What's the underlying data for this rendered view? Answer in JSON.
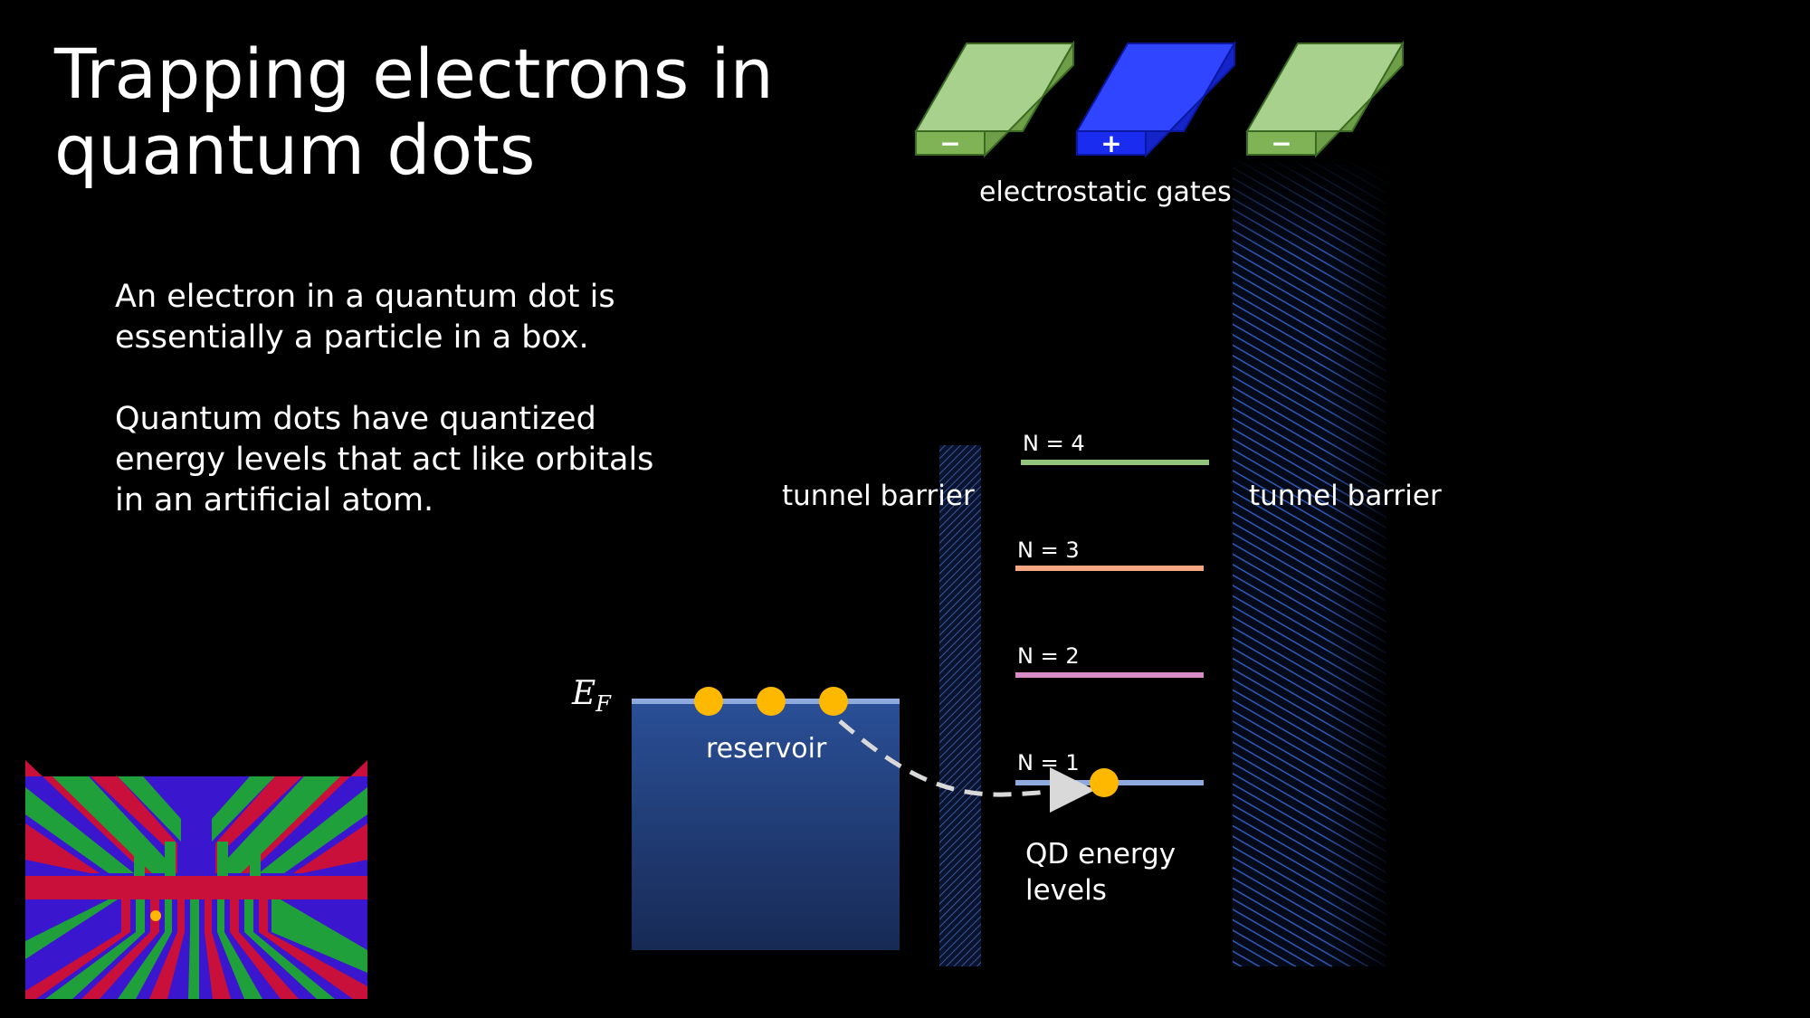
{
  "title_line1": "Trapping electrons in",
  "title_line2": "quantum dots",
  "paragraph1": {
    "line1": "An electron in a quantum dot is",
    "line2": "essentially a particle in a box."
  },
  "paragraph2": {
    "line1": "Quantum dots have quantized",
    "line2": "energy levels that act like orbitals",
    "line3": "in an artificial atom."
  },
  "gates": {
    "label": "electrostatic gates",
    "signs": [
      "−",
      "+",
      "−"
    ],
    "colors": [
      "#8cbd5f",
      "#1a2cf0",
      "#8cbd5f"
    ]
  },
  "tunnel_barrier_left": "tunnel barrier",
  "tunnel_barrier_right": "tunnel barrier",
  "fermi": {
    "symbol": "E",
    "subscript": "F"
  },
  "reservoir_label": "reservoir",
  "levels": [
    {
      "label": "N = 4",
      "color": "#93c47d"
    },
    {
      "label": "N = 3",
      "color": "#f4a680"
    },
    {
      "label": "N = 2",
      "color": "#d98cc8"
    },
    {
      "label": "N = 1",
      "color": "#8ea9db"
    }
  ],
  "qd_levels_label": {
    "line1": "QD energy",
    "line2": "levels"
  },
  "electron_color": "#ffb800",
  "reservoir_color": "#1f3a72"
}
